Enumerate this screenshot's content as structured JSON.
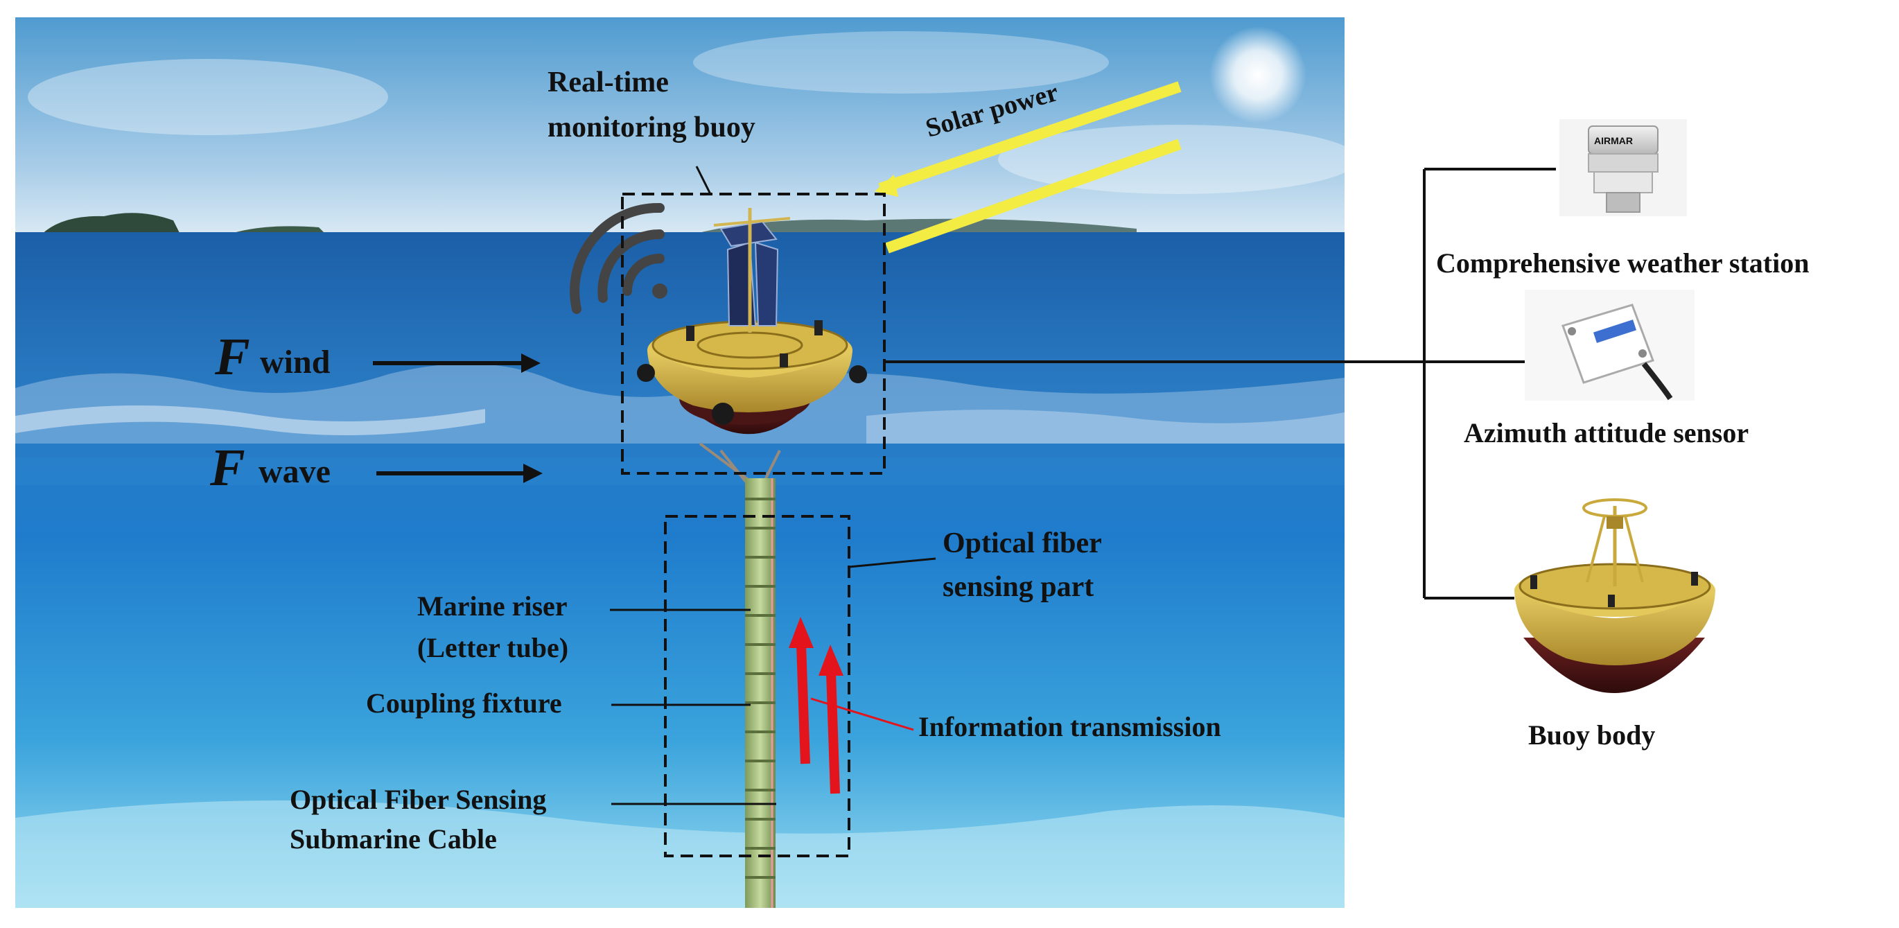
{
  "labels": {
    "buoy_title_line1": "Real-time",
    "buoy_title_line2": "monitoring buoy",
    "solar_power": "Solar power",
    "force_symbol_wind": "F",
    "force_wind": "wind",
    "force_symbol_wave": "F",
    "force_wave": "wave",
    "fiber_part_line1": "Optical fiber",
    "fiber_part_line2": "sensing part",
    "marine_riser_line1": "Marine riser",
    "marine_riser_line2": "(Letter tube)",
    "coupling_fixture": "Coupling fixture",
    "cable_line1": "Optical Fiber Sensing",
    "cable_line2": "Submarine Cable",
    "info_transmission": "Information transmission",
    "weather_station": "Comprehensive weather station",
    "attitude_sensor": "Azimuth attitude sensor",
    "buoy_body": "Buoy body",
    "weather_station_brand": "AIRMAR"
  },
  "colors": {
    "sky_top": "#4f9bd0",
    "sky_bottom": "#cfe3f2",
    "sea_surface": "#1f67b0",
    "sea_deep": "#1d76c6",
    "sea_shallow": "#8fd3ea",
    "solar_ray": "#f3ec43",
    "arrow_red": "#e3141b",
    "buoy_gold": "#c9a93c",
    "buoy_hull": "#5a1a1a",
    "signal_gray": "#444444"
  },
  "icons": {
    "signal": "wifi-signal-icon",
    "sun": "sun-icon"
  }
}
